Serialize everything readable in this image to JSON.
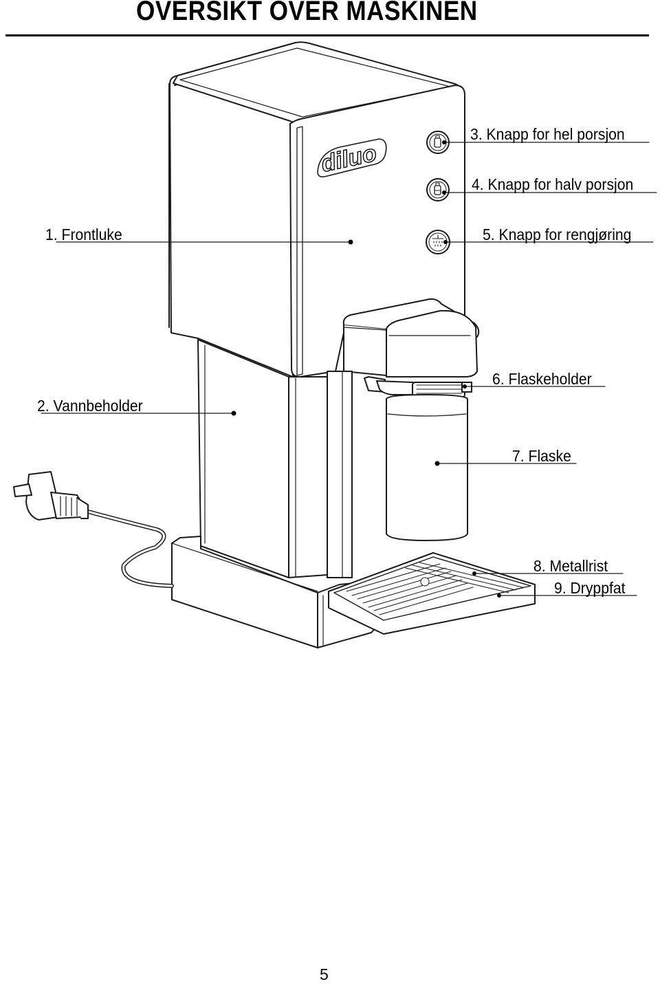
{
  "page": {
    "title": "OVERSIKT OVER MASKINEN",
    "page_number": "5"
  },
  "brand": {
    "logo_text": "diluo"
  },
  "callouts": [
    {
      "id": "frontluke",
      "label": "1. Frontluke"
    },
    {
      "id": "vannbeholder",
      "label": "2. Vannbeholder"
    },
    {
      "id": "knapp-hel",
      "label": "3. Knapp for hel porsjon"
    },
    {
      "id": "knapp-halv",
      "label": "4. Knapp for halv porsjon"
    },
    {
      "id": "knapp-rengjoring",
      "label": "5. Knapp for rengjøring"
    },
    {
      "id": "flaskeholder",
      "label": "6. Flaskeholder"
    },
    {
      "id": "flaske",
      "label": "7. Flaske"
    },
    {
      "id": "metallrist",
      "label": "8. Metallrist"
    },
    {
      "id": "dryppfat",
      "label": "9. Dryppfat"
    }
  ],
  "icons": [
    "bottle-full-icon",
    "bottle-half-icon",
    "shower-clean-icon",
    "power-plug-icon"
  ]
}
